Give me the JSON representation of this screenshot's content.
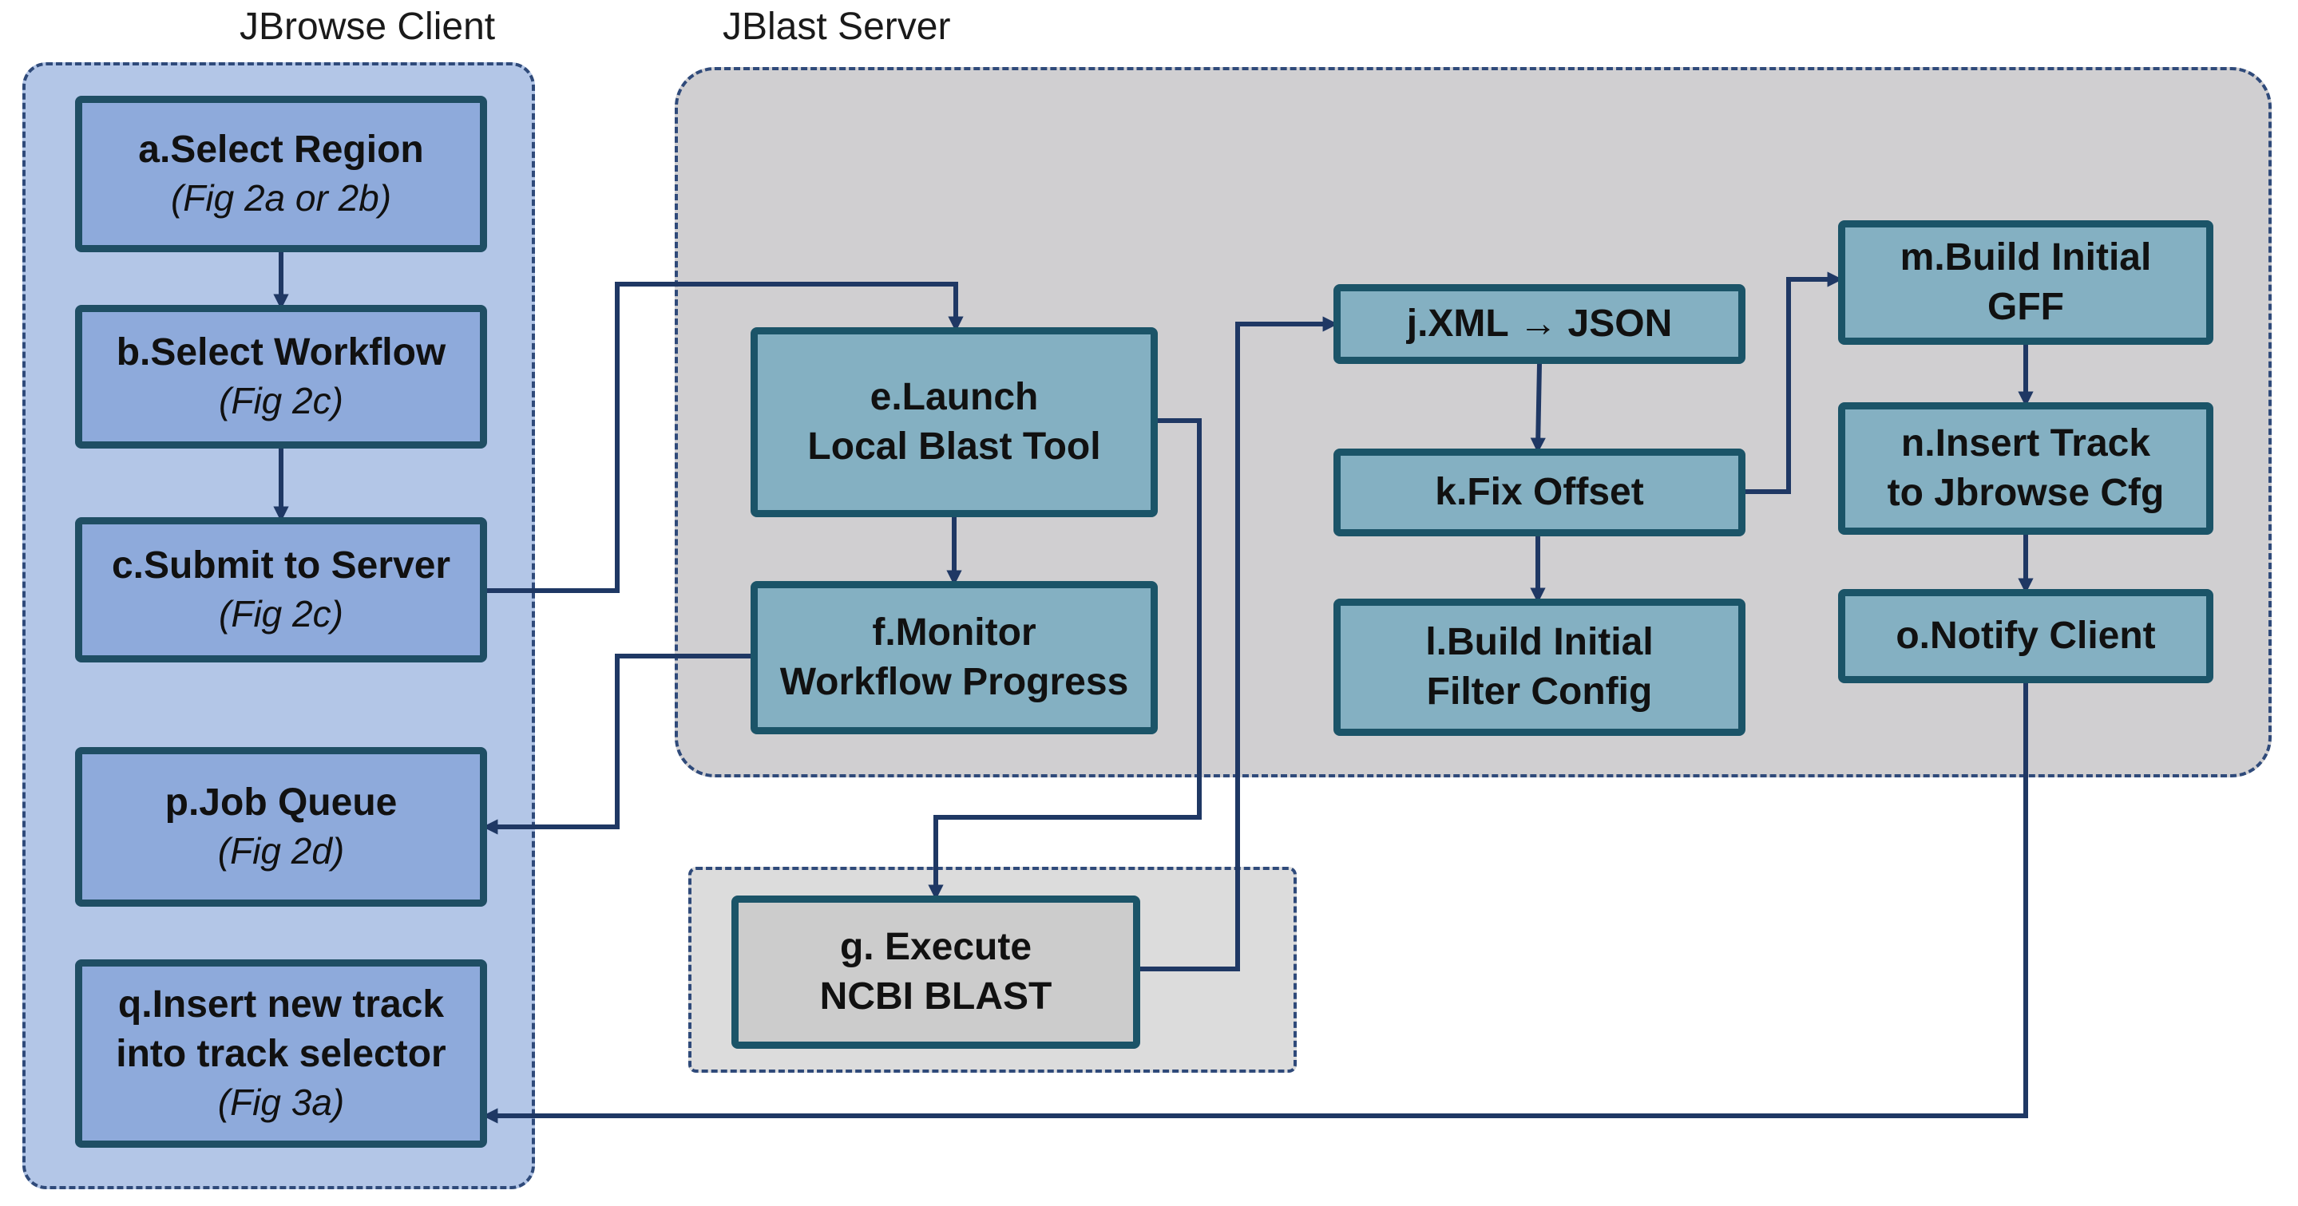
{
  "groups": {
    "client": "JBrowse Client",
    "server": "JBlast Server"
  },
  "nodes": {
    "a": {
      "lines": [
        "a.Select Region"
      ],
      "sub": "(Fig 2a or 2b)"
    },
    "b": {
      "lines": [
        "b.Select Workflow"
      ],
      "sub": "(Fig 2c)"
    },
    "c": {
      "lines": [
        "c.Submit to Server"
      ],
      "sub": "(Fig 2c)"
    },
    "p": {
      "lines": [
        "p.Job Queue"
      ],
      "sub": "(Fig 2d)"
    },
    "q": {
      "lines": [
        "q.Insert new track",
        "into track selector"
      ],
      "sub": "(Fig 3a)"
    },
    "e": {
      "lines": [
        "e.Launch",
        "Local Blast Tool"
      ]
    },
    "f": {
      "lines": [
        "f.Monitor",
        "Workflow Progress"
      ]
    },
    "g": {
      "lines": [
        "g. Execute",
        "NCBI BLAST"
      ]
    },
    "j": {
      "lines": [
        "j.XML → JSON"
      ]
    },
    "k": {
      "lines": [
        "k.Fix Offset"
      ]
    },
    "l": {
      "lines": [
        "l.Build Initial",
        "Filter Config"
      ]
    },
    "m": {
      "lines": [
        "m.Build Initial",
        "GFF"
      ]
    },
    "n": {
      "lines": [
        "n.Insert Track",
        "to Jbrowse Cfg"
      ]
    },
    "o": {
      "lines": [
        "o.Notify Client"
      ]
    }
  },
  "edges": [
    {
      "from": "a",
      "to": "b"
    },
    {
      "from": "b",
      "to": "c"
    },
    {
      "from": "c",
      "to": "e"
    },
    {
      "from": "e",
      "to": "f"
    },
    {
      "from": "f",
      "to": "p"
    },
    {
      "from": "e",
      "to": "g"
    },
    {
      "from": "g",
      "to": "j"
    },
    {
      "from": "j",
      "to": "k"
    },
    {
      "from": "k",
      "to": "l"
    },
    {
      "from": "k",
      "to": "m"
    },
    {
      "from": "m",
      "to": "n"
    },
    {
      "from": "n",
      "to": "o"
    },
    {
      "from": "o",
      "to": "q"
    }
  ],
  "colors": {
    "edge": "#1f3864",
    "client_group": "#b3c6e7",
    "server_group": "#d0cfd1",
    "client_node": "#8eaadb",
    "server_node": "#84b0c2",
    "ncbi_node": "#cccccc",
    "node_border": "#1b5468"
  }
}
